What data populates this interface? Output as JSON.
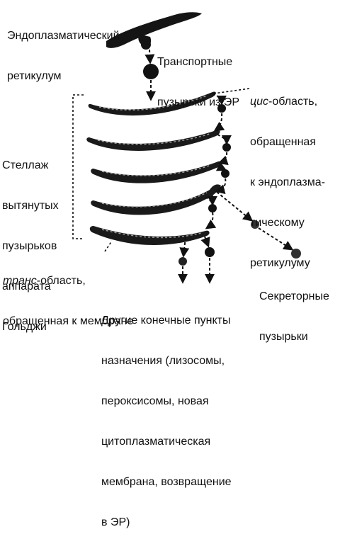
{
  "colors": {
    "ink": "#111111",
    "background": "#ffffff"
  },
  "labels": {
    "er": [
      "Эндоплазматический",
      "ретикулум"
    ],
    "transport": [
      "Транспортные",
      "пузырьки из ЭР"
    ],
    "cis_italic": "цис",
    "cis_rest_first": "-область,",
    "cis_lines": [
      "обращенная",
      "к эндоплазма-",
      "тическому",
      "ретикулуму"
    ],
    "stack": [
      "Стеллаж",
      "вытянутых",
      "пузырьков",
      "аппарата",
      "Гольджи"
    ],
    "trans_italic": "транс",
    "trans_rest_first": "-область,",
    "trans_line2": "обращенная к мембране",
    "secretory": [
      "Секреторные",
      "пузырьки"
    ],
    "other": [
      "Другие конечные пункты",
      "назначения (лизосомы,",
      "пероксисомы, новая",
      "цитоплазматическая",
      "мембрана, возвращение",
      "в ЭР)"
    ]
  }
}
